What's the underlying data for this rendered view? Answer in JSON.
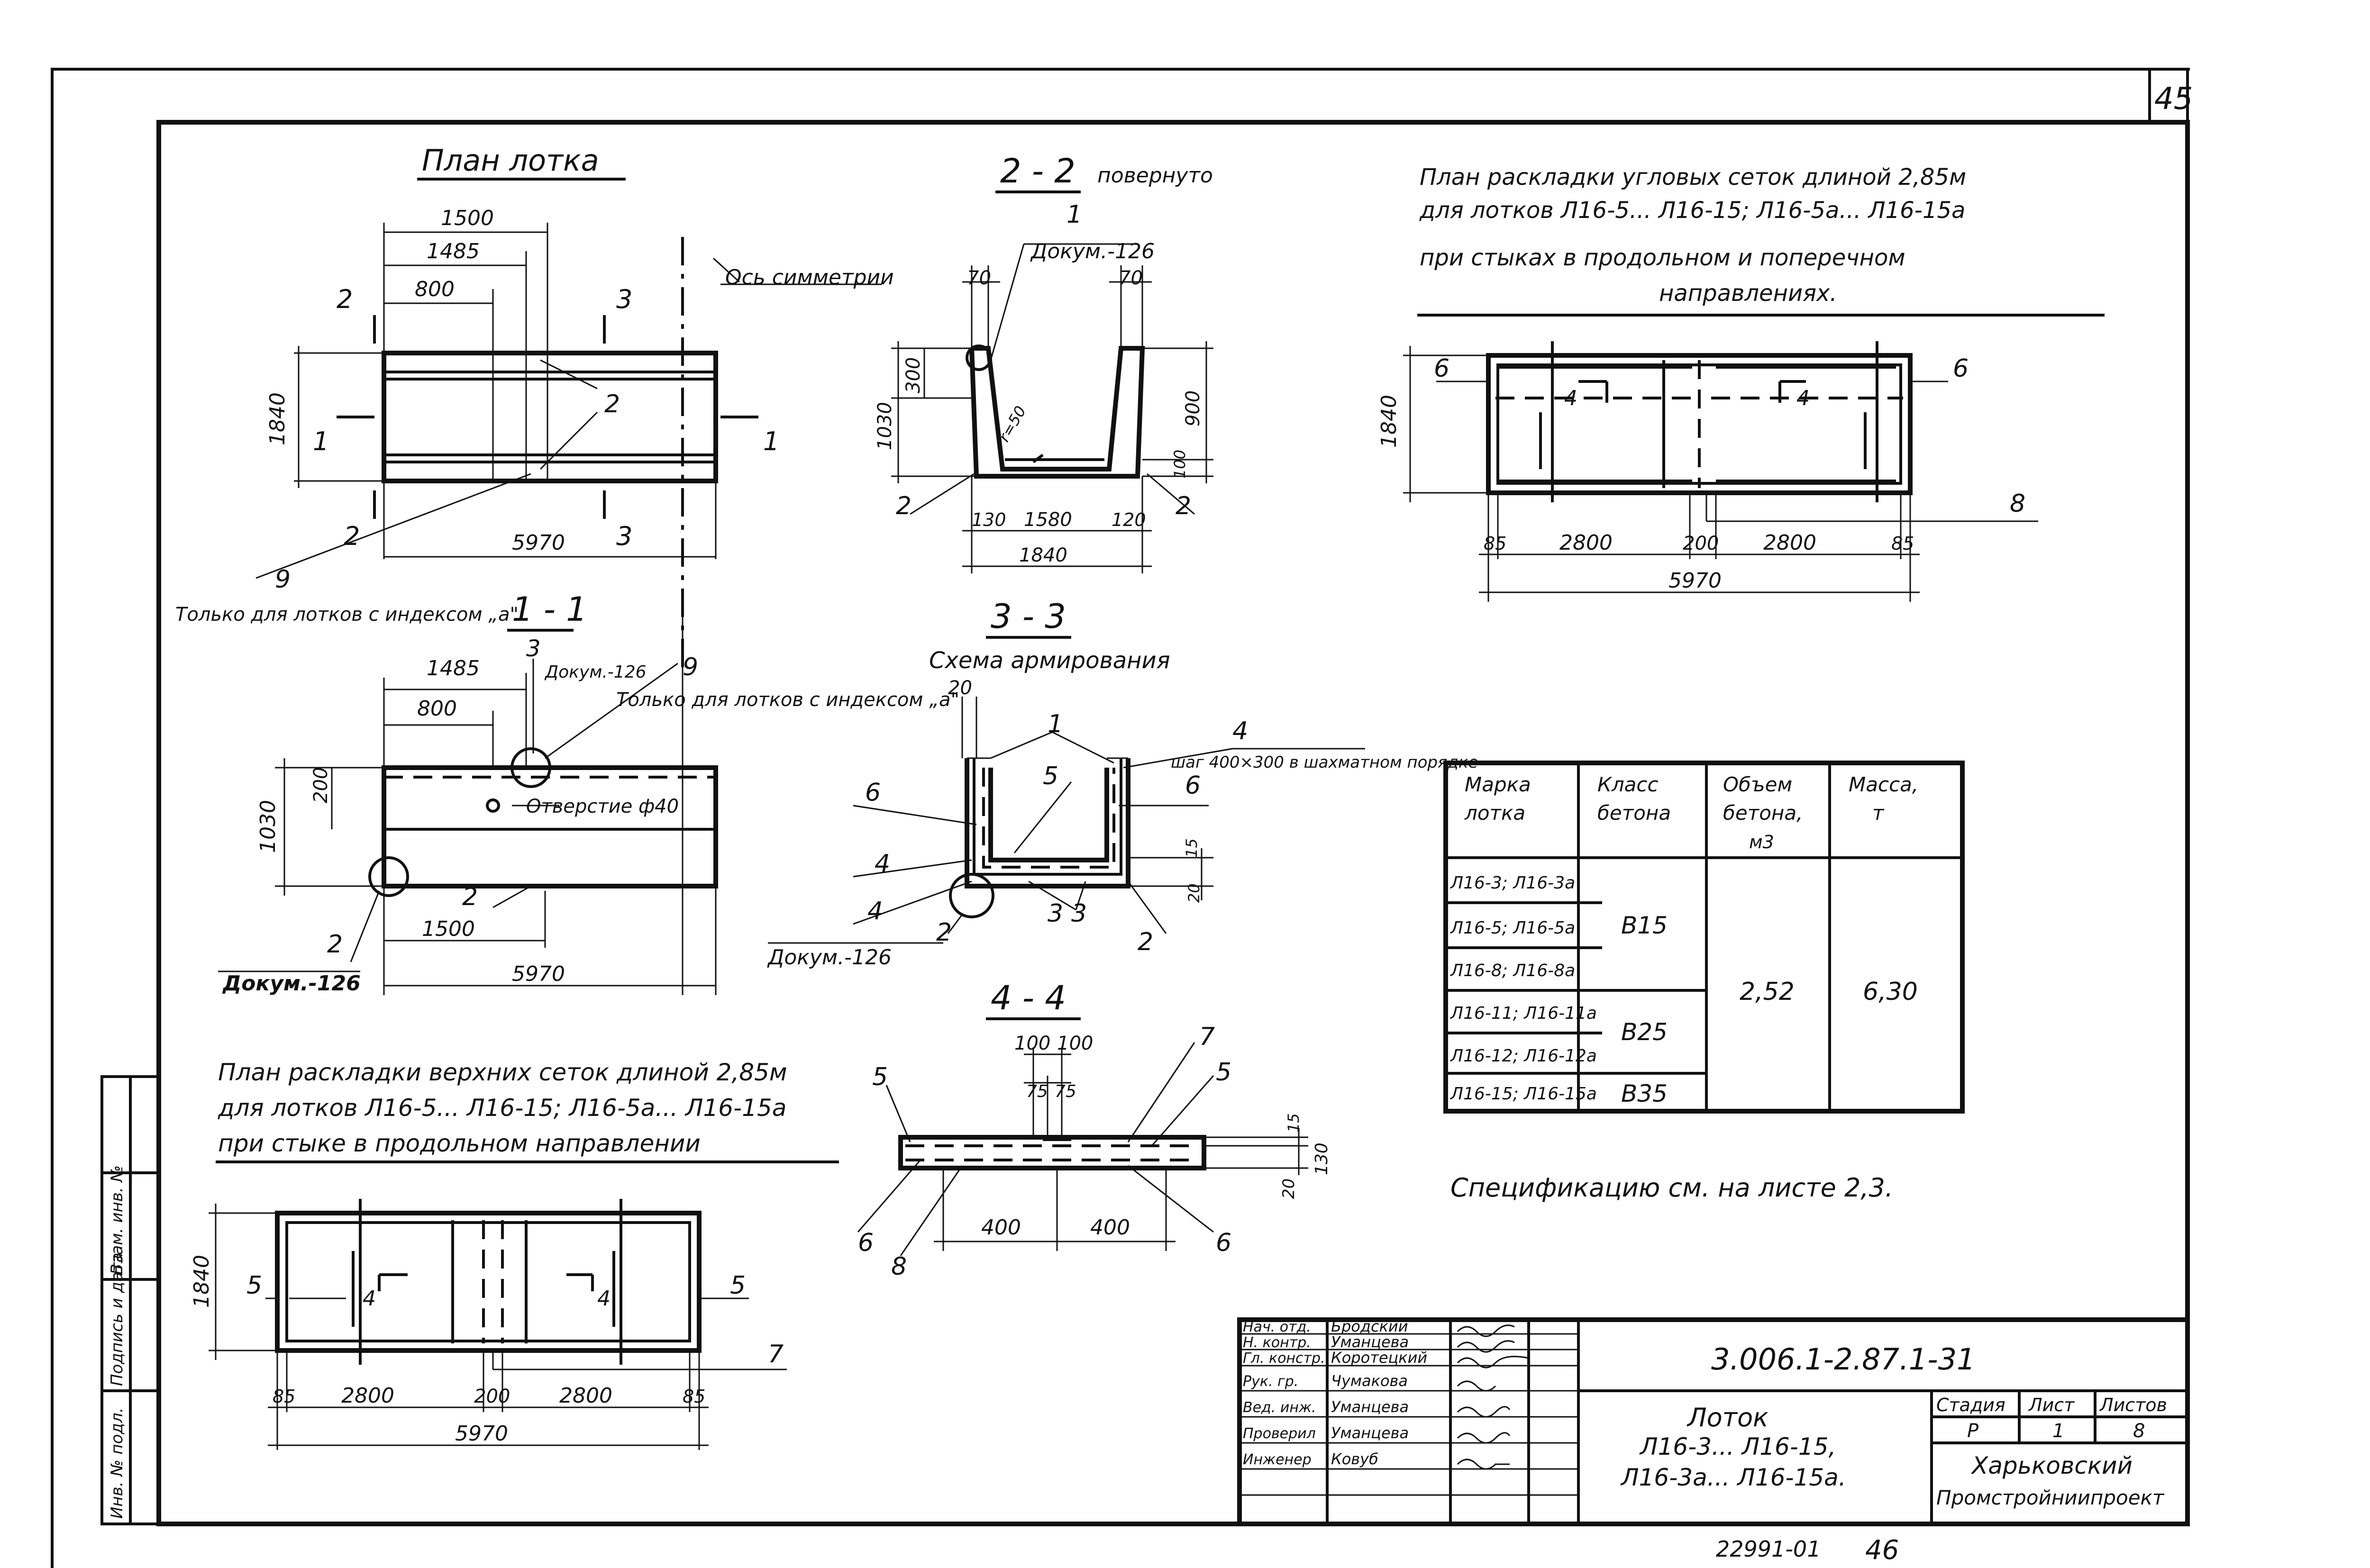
{
  "sheet_number": "45",
  "bottom_stamp": {
    "inventory": "22991-01",
    "page": "46"
  },
  "side_labels": [
    "Инв. № подл.",
    "Подпись и дата",
    "Взам. инв. №"
  ],
  "plan_lotka": {
    "title": "План лотка",
    "dims": [
      "1500",
      "1485",
      "800",
      "1840",
      "5970"
    ],
    "section_marks": [
      "2",
      "3",
      "1",
      "1",
      "2",
      "3"
    ],
    "callouts": [
      "2",
      "9"
    ],
    "axis_label": "Ось симметрии",
    "note": "Только для лотков с индексом „а\""
  },
  "section_1_1": {
    "title": "1 - 1",
    "dims": [
      "1485",
      "800",
      "200",
      "1030",
      "1500",
      "5970"
    ],
    "callouts": [
      "3",
      "9",
      "2",
      "2"
    ],
    "refs": [
      "Докум.-126",
      "Докум.-126"
    ],
    "note": "Только для лотков с индексом „а\"",
    "hole": "Отверстие ф40"
  },
  "section_2_2": {
    "title": "2 - 2",
    "subtitle": "повернуто",
    "callout": "1",
    "ref": "Докум.-126",
    "dims": [
      "70",
      "70",
      "300",
      "1030",
      "900",
      "r=50",
      "130",
      "1580",
      "120",
      "1840",
      "100"
    ],
    "marks": [
      "2",
      "2"
    ]
  },
  "section_3_3": {
    "title": "3 - 3",
    "subtitle": "Схема армирования",
    "dims": [
      "20",
      "15",
      "20"
    ],
    "callouts": [
      "1",
      "4",
      "5",
      "6",
      "6",
      "4",
      "4",
      "2",
      "3",
      "3",
      "2"
    ],
    "step_note": "шаг 400×300 в шахматном порядке",
    "ref": "Докум.-126"
  },
  "section_4_4": {
    "title": "4 - 4",
    "dims": [
      "100",
      "100",
      "75",
      "75",
      "15",
      "130",
      "20",
      "400",
      "400"
    ],
    "callouts": [
      "5",
      "7",
      "5",
      "6",
      "8",
      "6"
    ]
  },
  "corner_mesh_plan": {
    "title_lines": [
      "План раскладки угловых сеток длиной 2,85м",
      "для лотков Л16-5... Л16-15; Л16-5а... Л16-15а",
      "при стыках в продольном и поперечном",
      "направлениях."
    ],
    "dims": [
      "1840",
      "85",
      "2800",
      "200",
      "2800",
      "85",
      "5970"
    ],
    "marks": [
      "6",
      "6",
      "4",
      "4",
      "8"
    ]
  },
  "top_mesh_plan": {
    "title_lines": [
      "План раскладки верхних сеток длиной 2,85м",
      "для лотков Л16-5... Л16-15; Л16-5а... Л16-15а",
      "при стыке в продольном направлении"
    ],
    "dims": [
      "1840",
      "85",
      "2800",
      "200",
      "2800",
      "85",
      "5970"
    ],
    "marks": [
      "5",
      "5",
      "4",
      "4",
      "7"
    ]
  },
  "spec_table": {
    "headers": [
      "Марка лотка",
      "Класс бетона",
      "Объем бетона, м3",
      "Масса, т"
    ],
    "marks": [
      "Л16-3; Л16-3а",
      "Л16-5; Л16-5а",
      "Л16-8; Л16-8а",
      "Л16-11; Л16-11а",
      "Л16-12; Л16-12а",
      "Л16-15; Л16-15а"
    ],
    "classes": [
      "В15",
      "В25",
      "В35"
    ],
    "volume": "2,52",
    "mass": "6,30"
  },
  "spec_note": "Спецификацию см. на листе 2,3.",
  "title_block": {
    "code": "3.006.1-2.87.1-31",
    "roles": [
      "Нач. отд.",
      "Н. контр.",
      "Гл. констр.",
      "Рук. гр.",
      "Вед. инж.",
      "Проверил",
      "Инженер"
    ],
    "names": [
      "Бродский",
      "Уманцева",
      "Коротецкий",
      "Чумакова",
      "Уманцева",
      "Уманцева",
      "Ковуб"
    ],
    "name_lines": [
      "Лоток",
      "Л16-3... Л16-15,",
      "Л16-3а... Л16-15а."
    ],
    "stage_headers": [
      "Стадия",
      "Лист",
      "Листов"
    ],
    "stage_values": [
      "Р",
      "1",
      "8"
    ],
    "org_lines": [
      "Харьковский",
      "Промстройниипроект"
    ]
  }
}
